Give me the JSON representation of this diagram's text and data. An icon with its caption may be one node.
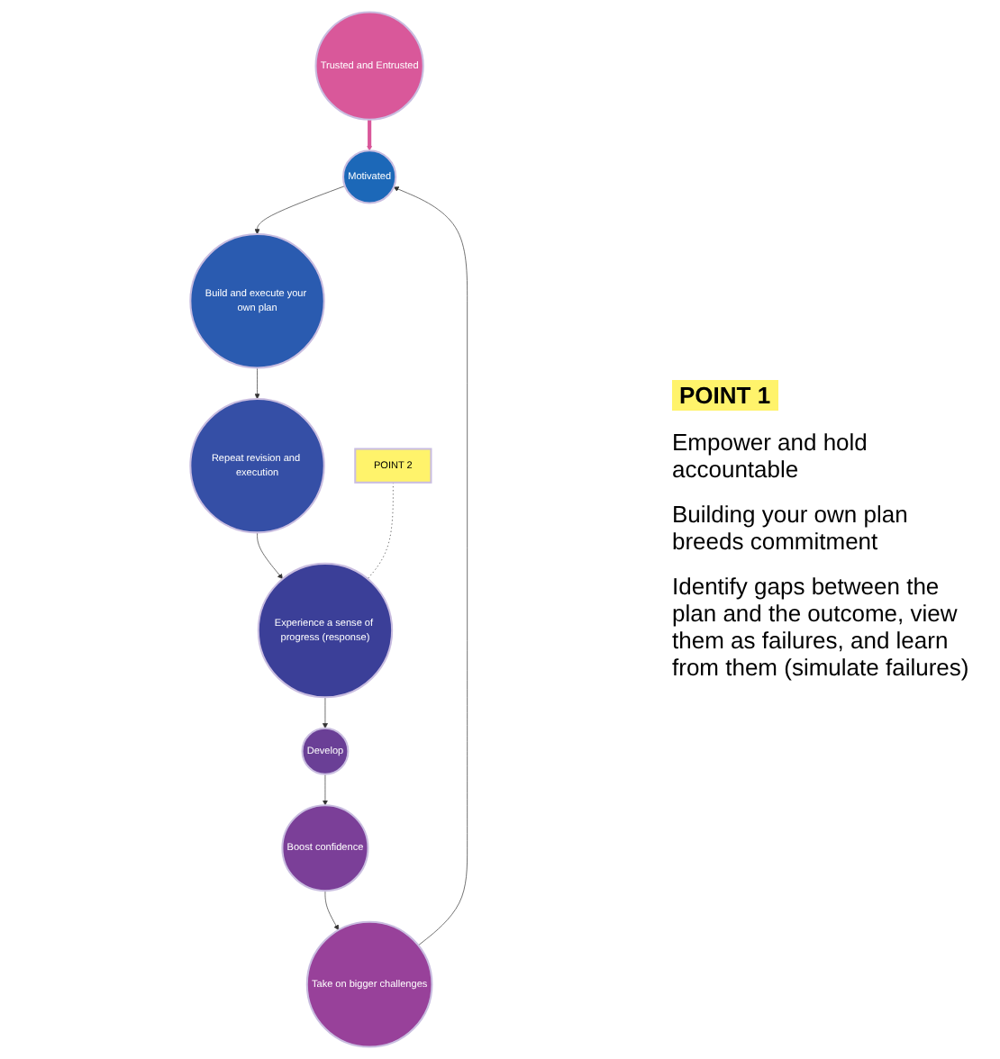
{
  "diagram": {
    "nodes": [
      {
        "text": [
          "Motivated"
        ]
      },
      {
        "text": [
          "Build and execute your own plan"
        ]
      },
      {
        "text": [
          "Repeat revision and execution"
        ]
      },
      {
        "text": [
          "Experience a sense of progress (response)"
        ]
      },
      {
        "text": [
          "Develop"
        ]
      },
      {
        "text": [
          "Boost confidence"
        ]
      },
      {
        "text": [
          "Take on bigger challenges"
        ]
      },
      {
        "text": [
          "Trusted and Entrusted"
        ]
      },
      {
        "text": [
          "POINT 2"
        ]
      }
    ],
    "edges": [
      {
        "from": 0,
        "to": 1,
        "arrow": "to"
      },
      {
        "from": 1,
        "to": 2,
        "arrow": "to"
      },
      {
        "from": 2,
        "to": 3,
        "arrow": "to"
      },
      {
        "from": 3,
        "to": 4,
        "arrow": "to"
      },
      {
        "from": 4,
        "to": 5,
        "arrow": "to"
      },
      {
        "from": 5,
        "to": 6,
        "arrow": "to"
      },
      {
        "from": 6,
        "to": 0,
        "arrow": "to"
      },
      {
        "from": 7,
        "to": 0,
        "arrow": "to",
        "style": "thick",
        "color": "#d9589a"
      },
      {
        "from": 8,
        "to": 3,
        "arrow": "none",
        "style": "dashed"
      }
    ],
    "labels": [
      "POINT 1",
      "Empower and hold accountable",
      "Building your own plan breeds commitment",
      "Identify gaps between the plan and the outcome, view them as failures, and learn from them (simulate failures)"
    ]
  }
}
